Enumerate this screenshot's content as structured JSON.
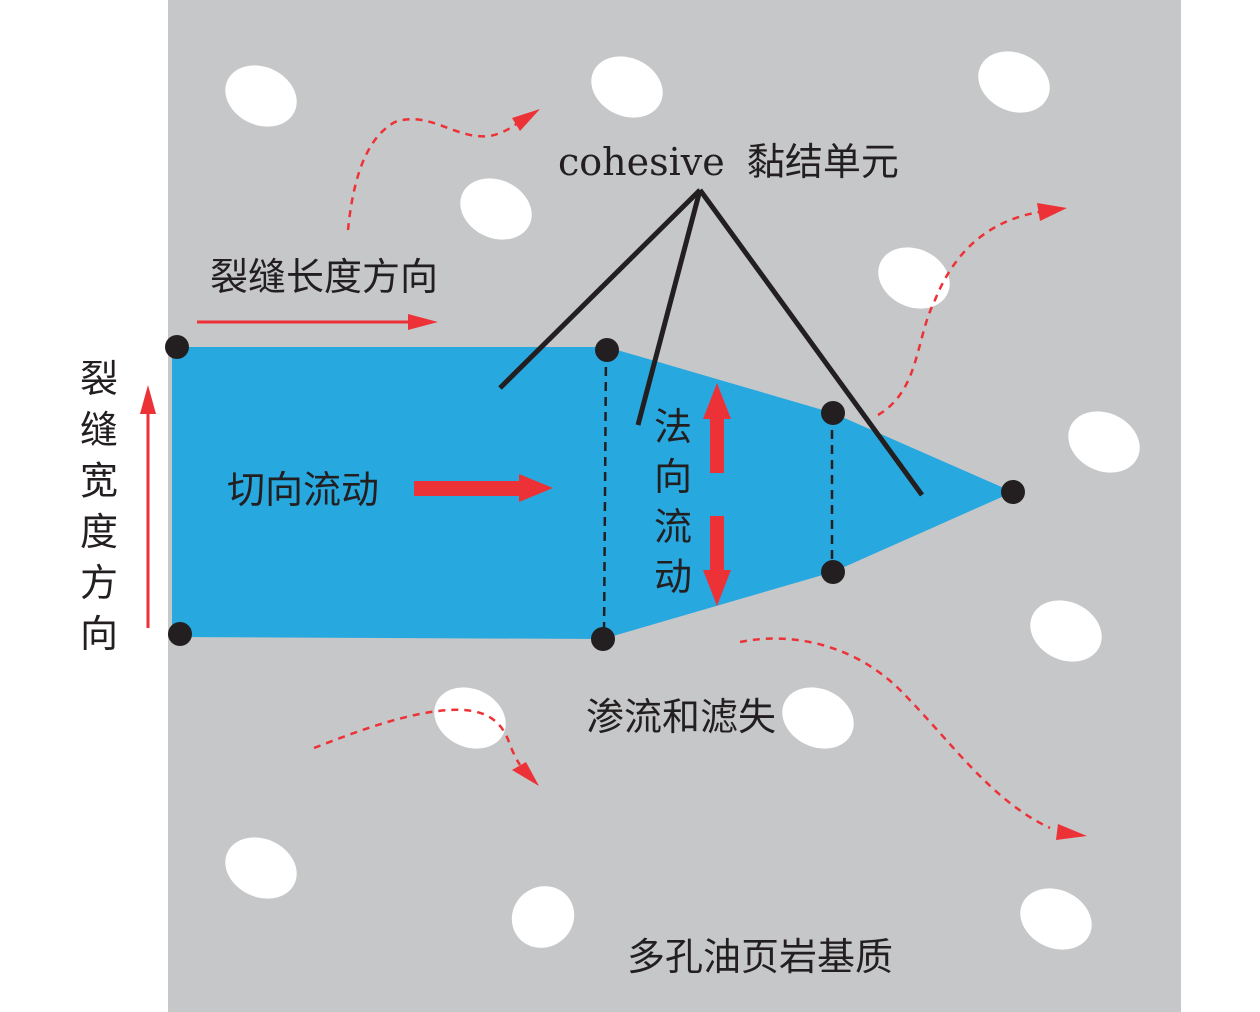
{
  "colors": {
    "matrix": "#c6c7c9",
    "fracture": "#27a8df",
    "pore": "#ffffff",
    "arrow": "#ed3237",
    "node": "#231f20",
    "line": "#231f20",
    "text": "#231f20"
  },
  "labels": {
    "cohesive_prefix": "cohesive",
    "cohesive_suffix": "黏结单元",
    "length_direction": "裂缝长度方向",
    "width_direction": [
      "裂",
      "缝",
      "宽",
      "度",
      "方",
      "向"
    ],
    "tangential_flow": "切向流动",
    "normal_flow": [
      "法",
      "向",
      "流",
      "动"
    ],
    "leakoff": "渗流和滤失",
    "matrix": "多孔油页岩基质"
  },
  "elements": {
    "pore_count": 13,
    "node_count": 7,
    "cohesive_pointer_count": 3,
    "leakoff_path_count": 4
  }
}
